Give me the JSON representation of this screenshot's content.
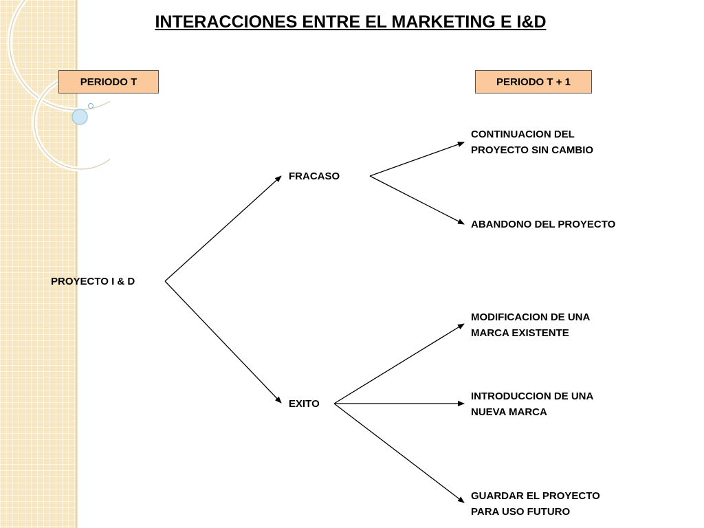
{
  "title": "INTERACCIONES ENTRE EL MARKETING E  I&D",
  "periods": {
    "left": "PERIODO T",
    "right": "PERIODO T + 1"
  },
  "nodes": {
    "root": "PROYECTO I & D",
    "fracaso": "FRACASO",
    "exito": "EXITO",
    "continuacion": [
      "CONTINUACION DEL",
      "PROYECTO SIN CAMBIO"
    ],
    "abandono": "ABANDONO DEL PROYECTO",
    "modificacion": [
      "MODIFICACION DE UNA",
      "MARCA EXISTENTE"
    ],
    "introduccion": [
      "INTRODUCCION DE UNA",
      "NUEVA MARCA"
    ],
    "guardar": [
      "GUARDAR EL PROYECTO",
      "PARA USO FUTURO"
    ]
  },
  "colors": {
    "period_fill": "#fbc99b",
    "sidebar": "#f6e7c2",
    "arrow": "#000000"
  }
}
